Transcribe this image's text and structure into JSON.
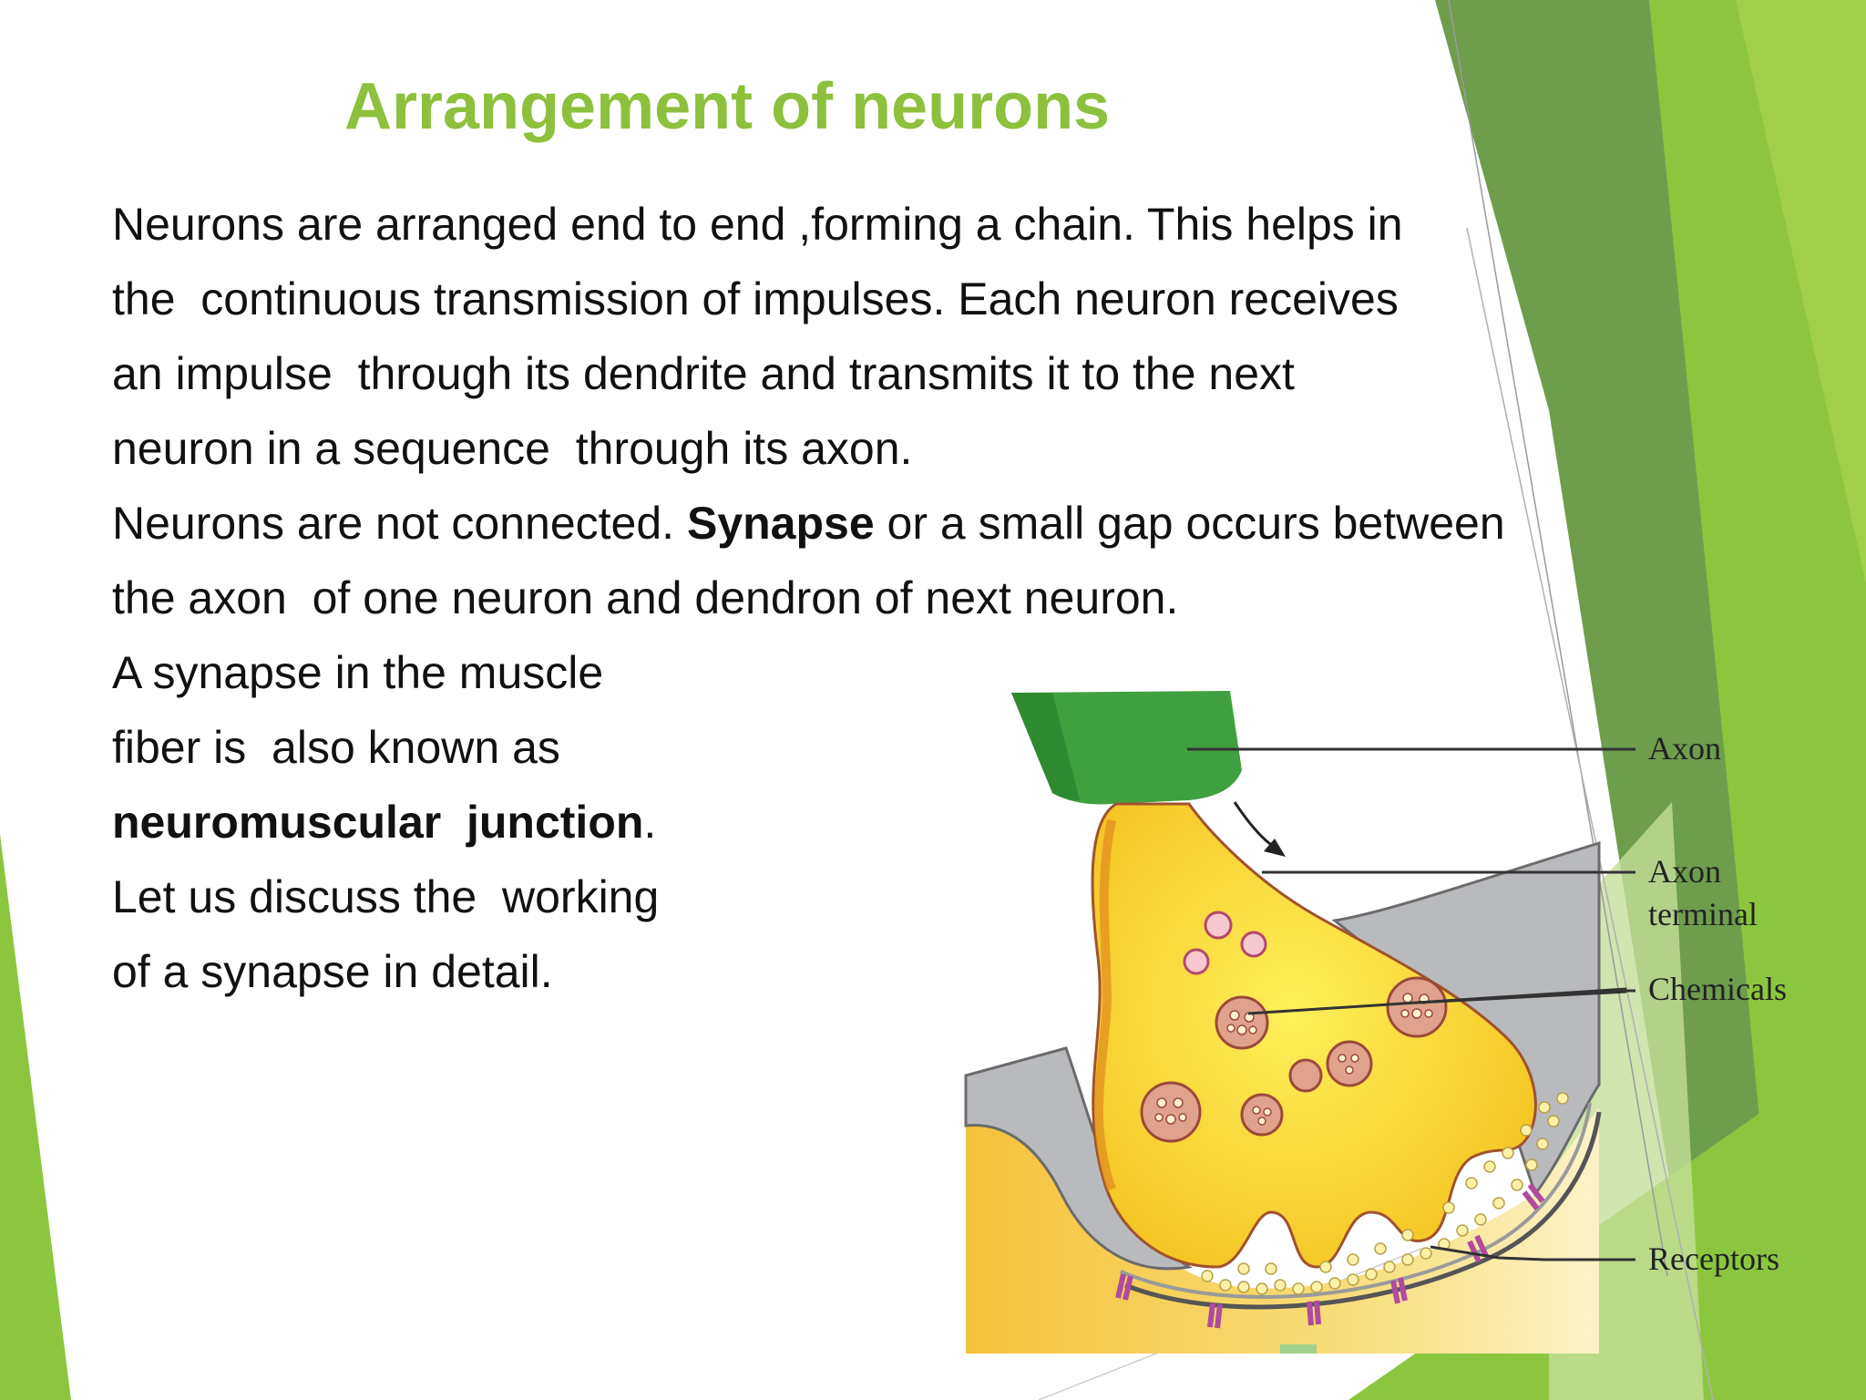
{
  "slide": {
    "title": "Arrangement of neurons",
    "paragraph": {
      "lines": [
        "Neurons are arranged end to end ,forming a chain. This helps in",
        "the  continuous transmission of impulses. Each neuron receives",
        "an impulse  through its dendrite and transmits it to the next",
        "neuron in a sequence  through its axon.",
        "Neurons are not connected. "
      ],
      "synapse_bold": "Synapse",
      "line5_rest": " or a small gap occurs between",
      "line6": "the axon  of one neuron and dendron of next neuron.",
      "line7": "A synapse in the muscle",
      "line8": "fiber is  also known as",
      "nmj_bold": "neuromuscular  junction",
      "nmj_period": ".",
      "line10": "Let us discuss the  working",
      "line11": "of a synapse in detail."
    }
  },
  "diagram": {
    "labels": {
      "axon": "Axon",
      "axon_terminal_1": "Axon",
      "axon_terminal_2": "terminal",
      "chemicals": "Chemicals",
      "receptors": "Receptors"
    }
  },
  "colors": {
    "title_green": "#8dc03c",
    "dark_green": "#6e9d4c",
    "light_green": "#8cc63f",
    "axon_green": "#3fa03f",
    "terminal_yellow": "#f6c825",
    "muscle_gray": "#b8babd"
  }
}
